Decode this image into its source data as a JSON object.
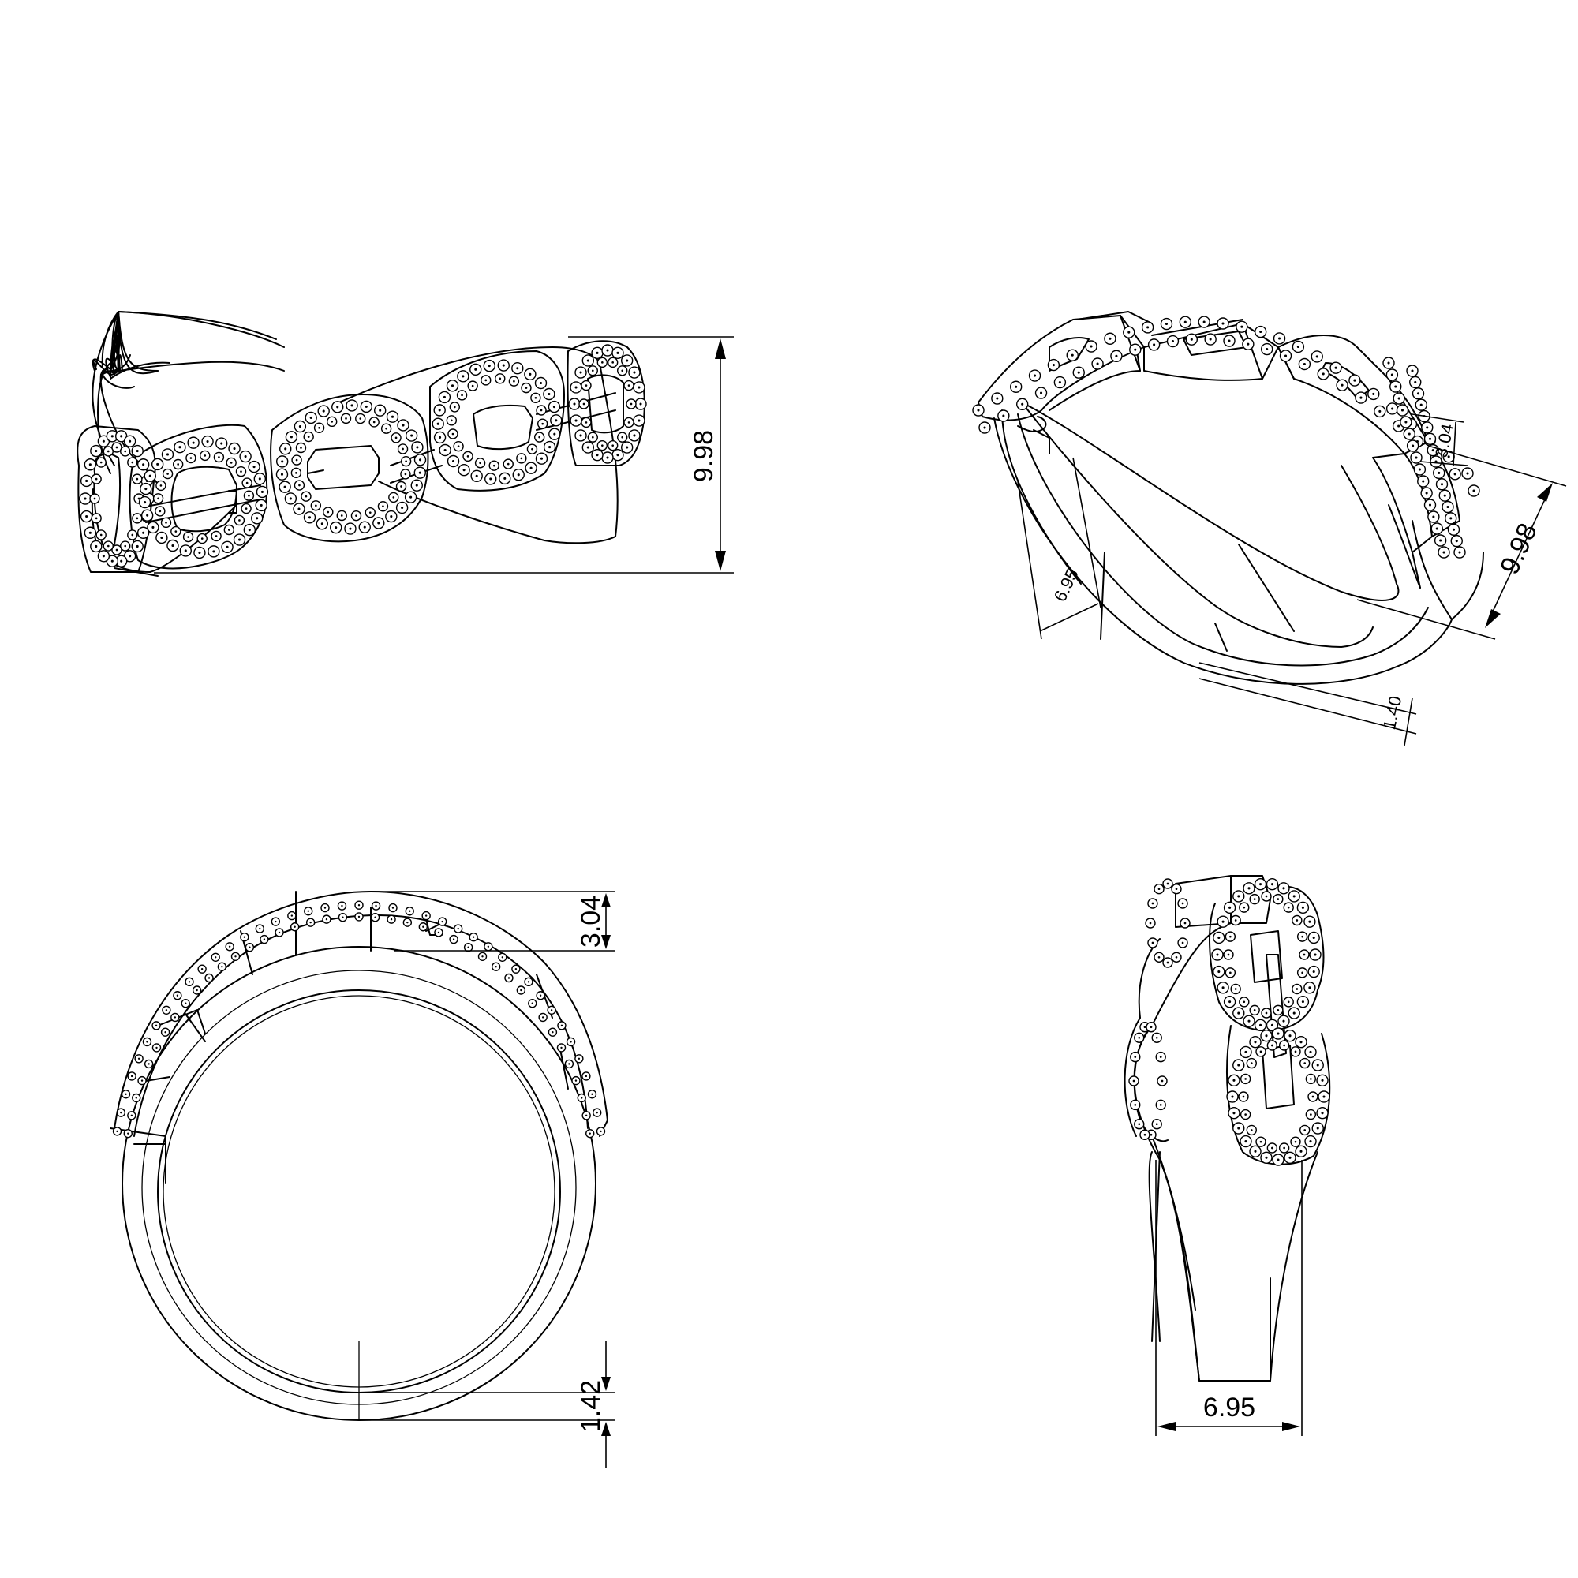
{
  "views": {
    "front": {
      "dimension_height": "9.98"
    },
    "isometric": {
      "dimension_height": "9.98",
      "dimension_width": "6.95",
      "dimension_top": "3.04",
      "dimension_bottom": "1.40"
    },
    "side_profile": {
      "dimension_top_thickness": "3.04",
      "dimension_bottom_thickness": "1.42"
    },
    "end": {
      "dimension_width": "6.95"
    }
  }
}
